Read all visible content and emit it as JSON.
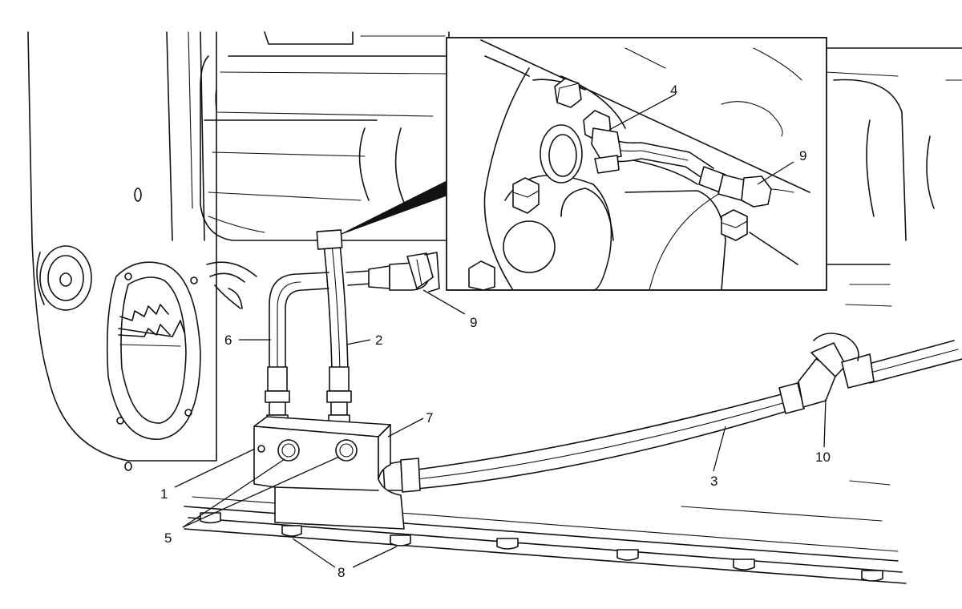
{
  "callouts": {
    "c1": "1",
    "c2": "2",
    "c3": "3",
    "c4": "4",
    "c5": "5",
    "c6": "6",
    "c7": "7",
    "c8": "8",
    "c9_main": "9",
    "c9_inset": "9",
    "c10": "10"
  }
}
